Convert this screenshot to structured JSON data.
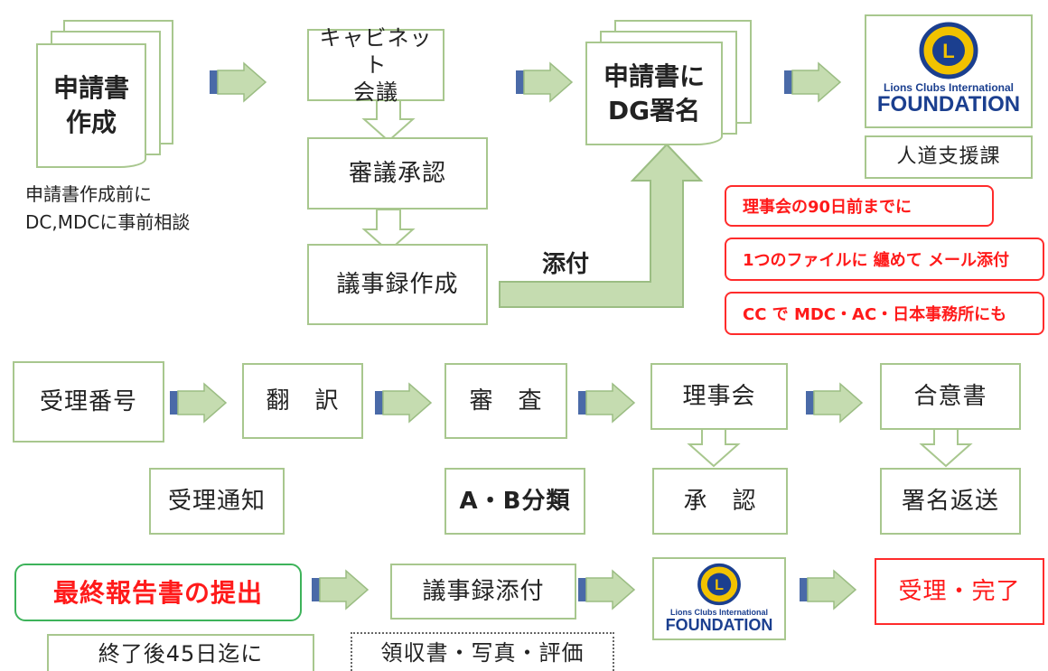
{
  "top": {
    "application": "申請書\n作成",
    "cabinet": "キャビネット\n会議",
    "deliberation": "審議承認",
    "minutes": "議事録作成",
    "dg_sign": "申請書に\nDG署名",
    "attach_label": "添付",
    "humanitarian": "人道支援課",
    "pre_note": "申請書作成前に\nDC,MDCに事前相談"
  },
  "red_notes": [
    "理事会の90日前までに",
    "1つのファイルに 纏めて メール添付",
    "CC で MDC・AC・日本事務所にも"
  ],
  "logo": {
    "name": "Lions Clubs International",
    "foundation": "FOUNDATION",
    "letter": "L"
  },
  "middle": {
    "reception_no": "受理番号",
    "translation": "翻　訳",
    "review": "審　査",
    "board": "理事会",
    "agreement": "合意書",
    "reception_notice": "受理通知",
    "ab_class": "A・B分類",
    "approval": "承　認",
    "sign_return": "署名返送"
  },
  "bottom": {
    "final_report": "最終報告書の提出",
    "minutes_attach": "議事録添付",
    "complete": "受理・完了",
    "deadline": "終了後45日迄に",
    "receipts": "領収書・写真・評価"
  },
  "colors": {
    "arrow_fill": "#c5dcb0",
    "arrow_stroke": "#9bbd83",
    "arrow_bar": "#4a6aa8",
    "border_green": "#a8c78e",
    "red": "#ff1a1a",
    "final_border": "#3db35a",
    "logo_blue": "#1b3f8f",
    "logo_gold": "#f2c200"
  }
}
